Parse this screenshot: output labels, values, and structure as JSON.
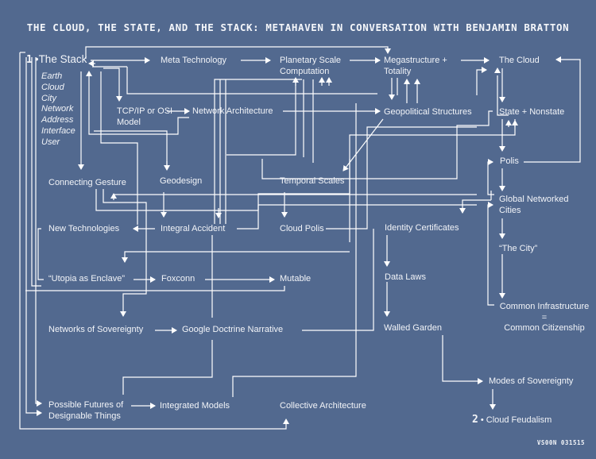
{
  "title": "THE CLOUD, THE STATE, AND THE STACK: METAHAVEN IN CONVERSATION WITH BENJAMIN BRATTON",
  "colors": {
    "background": "#52698f",
    "line": "#ffffff",
    "text": "#f2f4f8"
  },
  "nodes": {
    "the_stack": {
      "numeral": "1",
      "label": "The Stack"
    },
    "stack_layers": [
      "Earth",
      "Cloud",
      "City",
      "Network",
      "Address",
      "Interface",
      "User"
    ],
    "meta_technology": "Meta Technology",
    "planetary_scale_computation": [
      "Planetary Scale",
      "Computation"
    ],
    "megastructure_totality": [
      "Megastructure +",
      "Totality"
    ],
    "the_cloud": "The Cloud",
    "tcpip_osi_model": [
      "TCP/IP or OSI",
      "Model"
    ],
    "network_architecture": "Network Architecture",
    "geopolitical_structures": "Geopolitical Structures",
    "state_nonstate": "State + Nonstate",
    "polis": "Polis",
    "connecting_gesture": "Connecting Gesture",
    "geodesign": "Geodesign",
    "temporal_scales": "Temporal Scales",
    "global_networked_cities": [
      "Global Networked",
      "Cities"
    ],
    "new_technologies": "New Technologies",
    "integral_accident": "Integral Accident",
    "cloud_polis": "Cloud Polis",
    "identity_certificates": "Identity Certificates",
    "the_city": "“The City”",
    "utopia_as_enclave": "“Utopia as Enclave”",
    "foxconn": "Foxconn",
    "mutable": "Mutable",
    "data_laws": "Data Laws",
    "common_infrastructure": [
      "Common Infrastructure",
      "=",
      "Common Citizenship"
    ],
    "networks_of_sovereignty": "Networks of Sovereignty",
    "google_doctrine_narrative": "Google Doctrine Narrative",
    "walled_garden": "Walled Garden",
    "modes_of_sovereignty": "Modes of Sovereignty",
    "possible_futures": [
      "Possible Futures of",
      "Designable Things"
    ],
    "integrated_models": "Integrated Models",
    "collective_architecture": "Collective Architecture",
    "cloud_feudalism": {
      "numeral": "2",
      "label": "Cloud Feudalism"
    }
  },
  "footer_code": "VS00N 031515"
}
